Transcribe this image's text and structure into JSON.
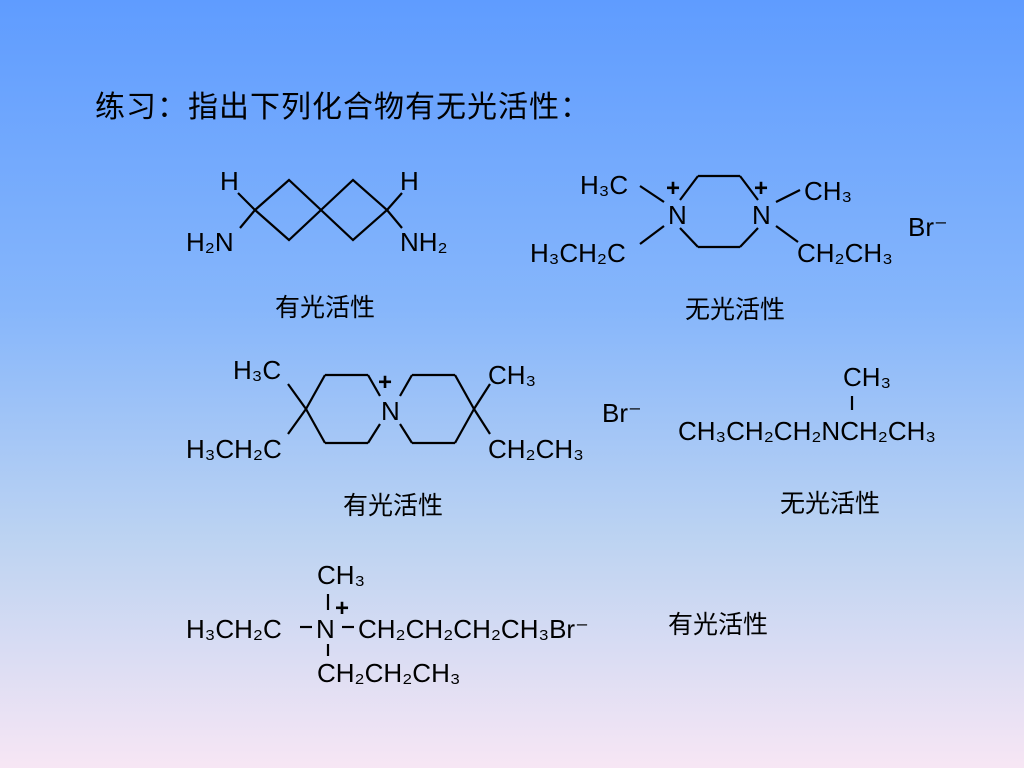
{
  "title": "练习：指出下列化合物有无光活性：",
  "compounds": [
    {
      "labels": {
        "h_left": "H",
        "h_right": "H",
        "nh2_left": "H₂N",
        "nh2_right": "NH₂"
      },
      "result": "有光活性"
    },
    {
      "labels": {
        "ch3_left": "H₃C",
        "ch3_right": "CH₃",
        "n_left": "N",
        "n_right": "N",
        "plus_left": "+",
        "plus_right": "+",
        "et_left": "H₃CH₂C",
        "et_right": "CH₂CH₃",
        "counter_ion": "Br⁻"
      },
      "result": "无光活性"
    },
    {
      "labels": {
        "ch3_left": "H₃C",
        "ch3_right": "CH₃",
        "n": "N",
        "plus": "+",
        "et_left": "H₃CH₂C",
        "et_right": "CH₂CH₃",
        "counter_ion": "Br⁻"
      },
      "result": "有光活性"
    },
    {
      "labels": {
        "ch3_top": "CH₃",
        "main_chain": "CH₃CH₂CH₂NCH₂CH₃"
      },
      "result": "无光活性"
    },
    {
      "labels": {
        "ch3_top": "CH₃",
        "left_group": "H₃CH₂C",
        "n": "N",
        "plus": "+",
        "right_group": "CH₂CH₂CH₂CH₃Br⁻",
        "bottom_group": "CH₂CH₂CH₃"
      },
      "result": "有光活性"
    }
  ]
}
